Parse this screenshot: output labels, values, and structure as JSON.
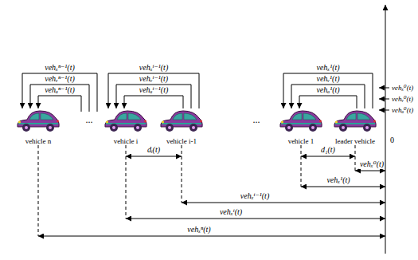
{
  "diagram": {
    "nodes": [
      {
        "text": [
          "vehicle n"
        ]
      },
      {
        "text": [
          "vehicle i"
        ]
      },
      {
        "text": [
          "vehicle i-1"
        ]
      },
      {
        "text": [
          "vehicle 1"
        ]
      },
      {
        "text": [
          "leader vehicle"
        ]
      }
    ],
    "edges": [
      {
        "from": 2,
        "to": 1,
        "arrow": "to",
        "label": "vehₓⁱ⁻¹(t)"
      },
      {
        "from": 2,
        "to": 1,
        "arrow": "to",
        "label": "vehᵥⁱ⁻¹(t)"
      },
      {
        "from": 2,
        "to": 1,
        "arrow": "to",
        "label": "vehₐⁱ⁻¹(t)"
      },
      {
        "from": 4,
        "to": 3,
        "arrow": "to",
        "label": "vehₓ¹(t)"
      },
      {
        "from": 4,
        "to": 3,
        "arrow": "to",
        "label": "vehᵥ¹(t)"
      },
      {
        "from": 4,
        "to": 3,
        "arrow": "to",
        "label": "vehₐ¹(t)"
      }
    ],
    "labels": [
      "vehₓⁿ⁻¹(t)",
      "vehᵥⁿ⁻¹(t)",
      "vehₐⁿ⁻¹(t)",
      "...",
      "...",
      "vehₓ⁰(t)",
      "vehᵥ⁰(t)",
      "vehₐ⁰(t)",
      "0",
      "dᵢ(t)",
      "d₁(t)",
      "vehₓ⁰(t)",
      "vehₓ¹(t)",
      "vehₓⁱ⁻¹(t)",
      "vehₓⁱ(t)",
      "vehₓⁿ(t)"
    ]
  }
}
